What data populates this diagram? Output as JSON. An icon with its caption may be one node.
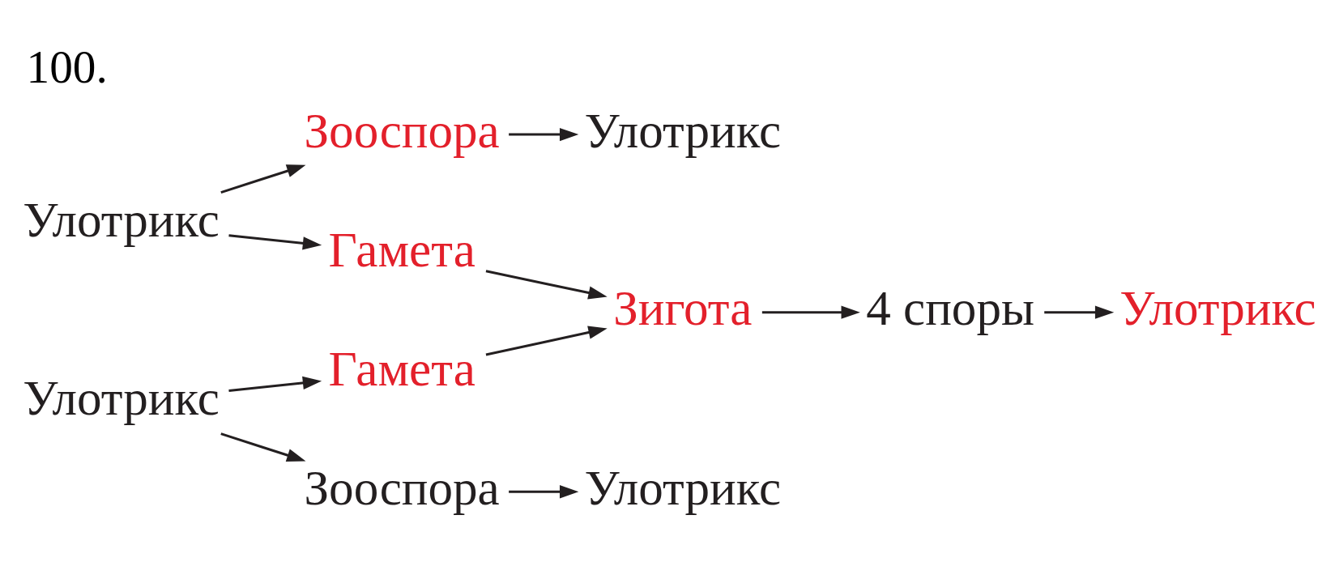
{
  "diagram": {
    "title": "100.",
    "nodes": [
      {
        "text": [
          "Улотрикс"
        ]
      },
      {
        "text": [
          "Зооспора"
        ]
      },
      {
        "text": [
          "Улотрикс"
        ]
      },
      {
        "text": [
          "Гамета"
        ]
      },
      {
        "text": [
          "Зигота"
        ]
      },
      {
        "text": [
          "4 споры"
        ]
      },
      {
        "text": [
          "Улотрикс"
        ]
      },
      {
        "text": [
          "Гамета"
        ]
      },
      {
        "text": [
          "Улотрикс"
        ]
      },
      {
        "text": [
          "Зооспора"
        ]
      },
      {
        "text": [
          "Улотрикс"
        ]
      }
    ],
    "edges": [
      {
        "from": 0,
        "to": 1,
        "arrow": "to"
      },
      {
        "from": 1,
        "to": 2,
        "arrow": "to"
      },
      {
        "from": 0,
        "to": 3,
        "arrow": "to"
      },
      {
        "from": 3,
        "to": 4,
        "arrow": "to"
      },
      {
        "from": 7,
        "to": 4,
        "arrow": "to"
      },
      {
        "from": 4,
        "to": 5,
        "arrow": "to"
      },
      {
        "from": 5,
        "to": 6,
        "arrow": "to"
      },
      {
        "from": 8,
        "to": 7,
        "arrow": "to"
      },
      {
        "from": 8,
        "to": 9,
        "arrow": "to"
      },
      {
        "from": 9,
        "to": 10,
        "arrow": "to"
      }
    ]
  }
}
